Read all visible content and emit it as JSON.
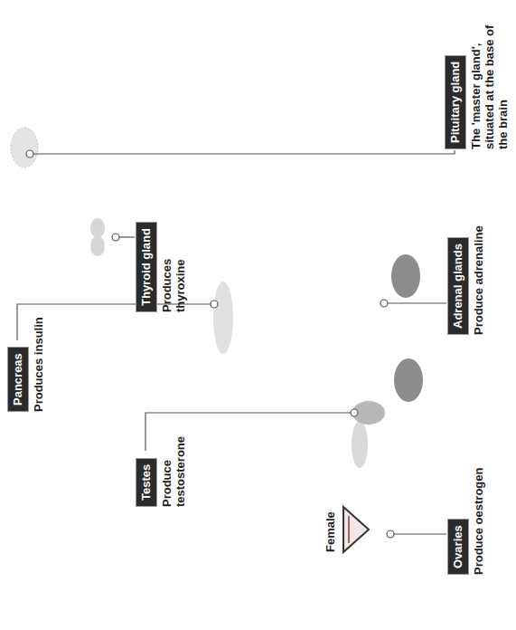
{
  "diagram": {
    "nodes": [
      {
        "text": [
          "Pituitary gland",
          "The 'master gland', situated at the base of the brain"
        ]
      },
      {
        "text": [
          "Thyroid gland",
          "Produces thyroxine"
        ]
      },
      {
        "text": [
          "Adrenal glands",
          "Produce adrenaline"
        ]
      },
      {
        "text": [
          "Pancreas",
          "Produces insulin"
        ]
      },
      {
        "text": [
          "Testes",
          "Produce testosterone"
        ]
      },
      {
        "text": [
          "Ovaries",
          "Produce oestrogen"
        ]
      }
    ],
    "labels": [
      "Female"
    ]
  }
}
